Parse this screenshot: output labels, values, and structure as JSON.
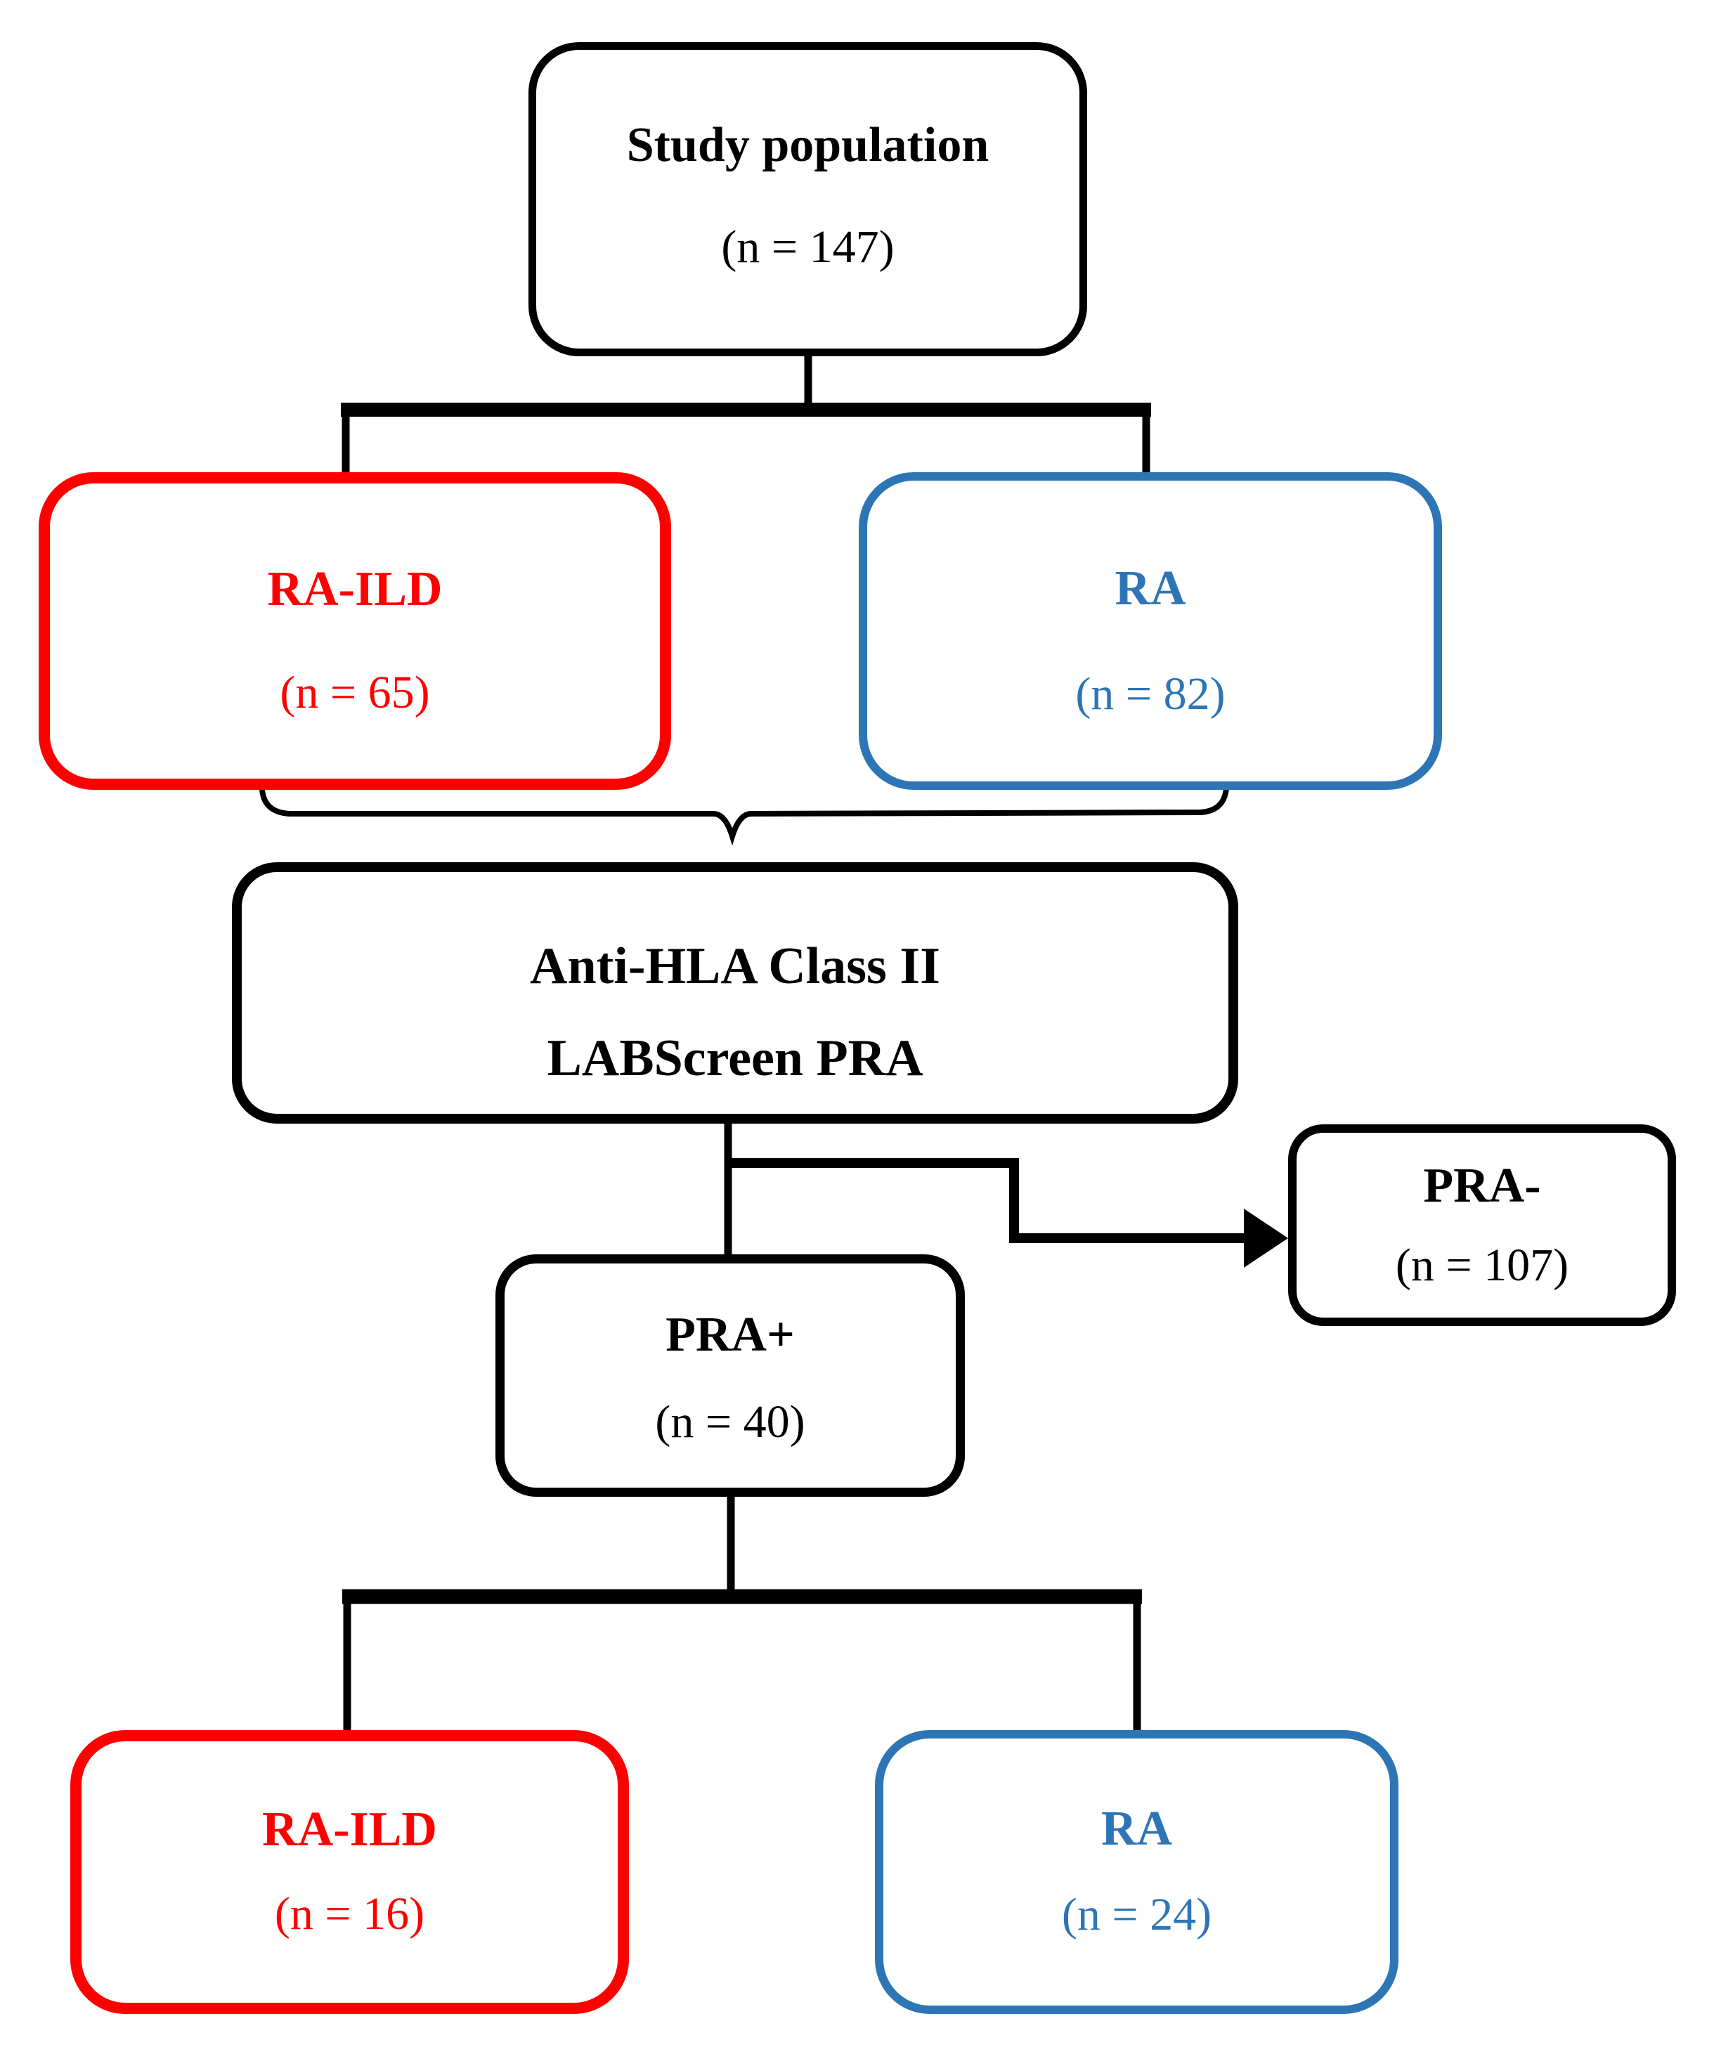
{
  "figure_type": "study-flow-diagram",
  "colors": {
    "red": "#FF0000",
    "blue": "#2E75B6",
    "line": "#000000",
    "text": "#000000",
    "background": "#FFFFFF"
  },
  "boxes": {
    "study": {
      "title": "Study population",
      "n": "(n = 147)"
    },
    "ra_ild_top": {
      "title": "RA-ILD",
      "n": "(n = 65)"
    },
    "ra_top": {
      "title": "RA",
      "n": "(n = 82)"
    },
    "anti_hla": {
      "line1": "Anti-HLA Class II",
      "line2": "LABScreen PRA"
    },
    "pra_pos": {
      "title": "PRA+",
      "n": "(n = 40)"
    },
    "pra_neg": {
      "title": "PRA-",
      "n": "(n = 107)"
    },
    "ra_ild_bottom": {
      "title": "RA-ILD",
      "n": "(n = 16)"
    },
    "ra_bottom": {
      "title": "RA",
      "n": "(n = 24)"
    }
  }
}
